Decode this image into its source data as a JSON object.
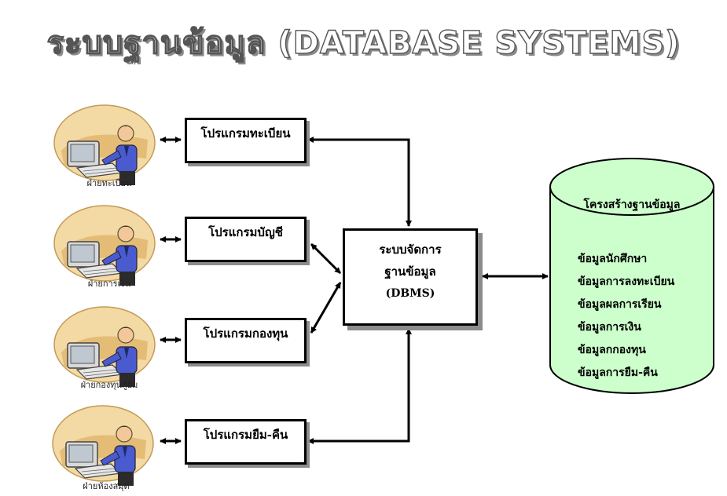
{
  "title": "ระบบฐานข้อมูล (DATABASE SYSTEMS)",
  "departments": [
    {
      "caption": "ฝ่ายทะเบียน",
      "program": "โปรแกรมทะเบียน"
    },
    {
      "caption": "ฝ่ายการเงิน",
      "program": "โปรแกรมบัญชี"
    },
    {
      "caption": "ฝ่ายกองทุนกู้ยืม",
      "program": "โปรแกรมกองทุน"
    },
    {
      "caption": "ฝ่ายห้องสมุด",
      "program": "โปรแกรมยืม-คืน"
    }
  ],
  "dbms": {
    "line1": "ระบบจัดการ",
    "line2": "ฐานข้อมูล",
    "line3": "(DBMS)"
  },
  "database": {
    "title": "โครงสร้างฐานข้อมูล",
    "items": [
      "ข้อมูลนักศึกษา",
      "ข้อมูลการลงทะเบียน",
      "ข้อมูลผลการเรียน",
      "ข้อมูลการเงิน",
      "ข้อมูลกกองทุน",
      "ข้อมูลการยืม-คืน"
    ],
    "fill_color": "#ccffcc"
  },
  "icons": [
    "user-at-computer-icon"
  ]
}
